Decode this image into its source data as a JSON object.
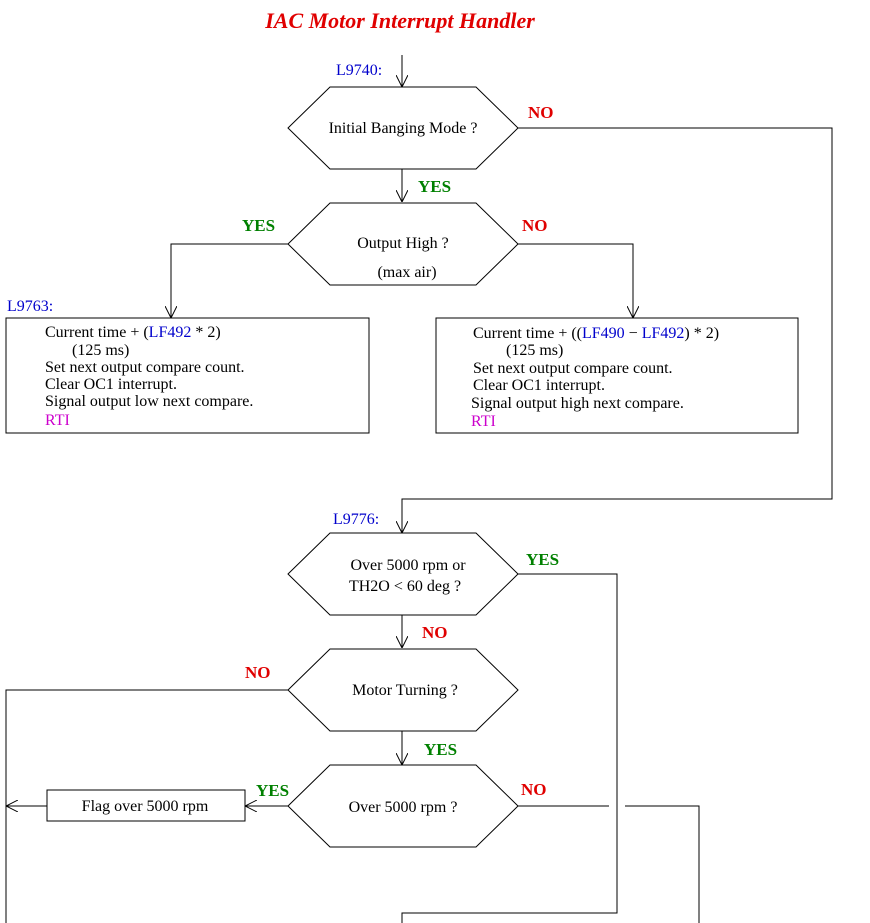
{
  "title": "IAC Motor Interrupt Handler",
  "labels": {
    "l9740": "L9740:",
    "l9763": "L9763:",
    "l9776": "L9776:"
  },
  "decisions": {
    "initial_banging": "Initial Banging Mode ?",
    "output_high_1": "Output High ?",
    "output_high_2": "(max air)",
    "over5000_th2o_1": "Over 5000 rpm or",
    "over5000_th2o_2": "TH2O < 60 deg ?",
    "motor_turning": "Motor Turning ?",
    "over5000": "Over 5000 rpm ?"
  },
  "branches": {
    "yes": "YES",
    "no": "NO"
  },
  "left_box": {
    "l1_a": "Current time + (",
    "l1_var": "LF492",
    "l1_b": " * 2)",
    "l2": "(125 ms)",
    "l3": "Set next output compare count.",
    "l4": "Clear OC1 interrupt.",
    "l5": "Signal output low next compare.",
    "l6": "RTI"
  },
  "right_box": {
    "l1_a": "Current time + ((",
    "l1_var1": "LF490",
    "l1_mid": " − ",
    "l1_var2": "LF492",
    "l1_b": ") * 2)",
    "l2": "(125 ms)",
    "l3": "Set next output compare count.",
    "l4": "Clear OC1 interrupt.",
    "l5": "Signal output high next compare.",
    "l6": "RTI"
  },
  "flag_box": "Flag over 5000 rpm",
  "colors": {
    "title": "#e00000",
    "label": "#0000cc",
    "yes": "#008000",
    "no": "#e00000",
    "rti": "#cc00cc"
  }
}
